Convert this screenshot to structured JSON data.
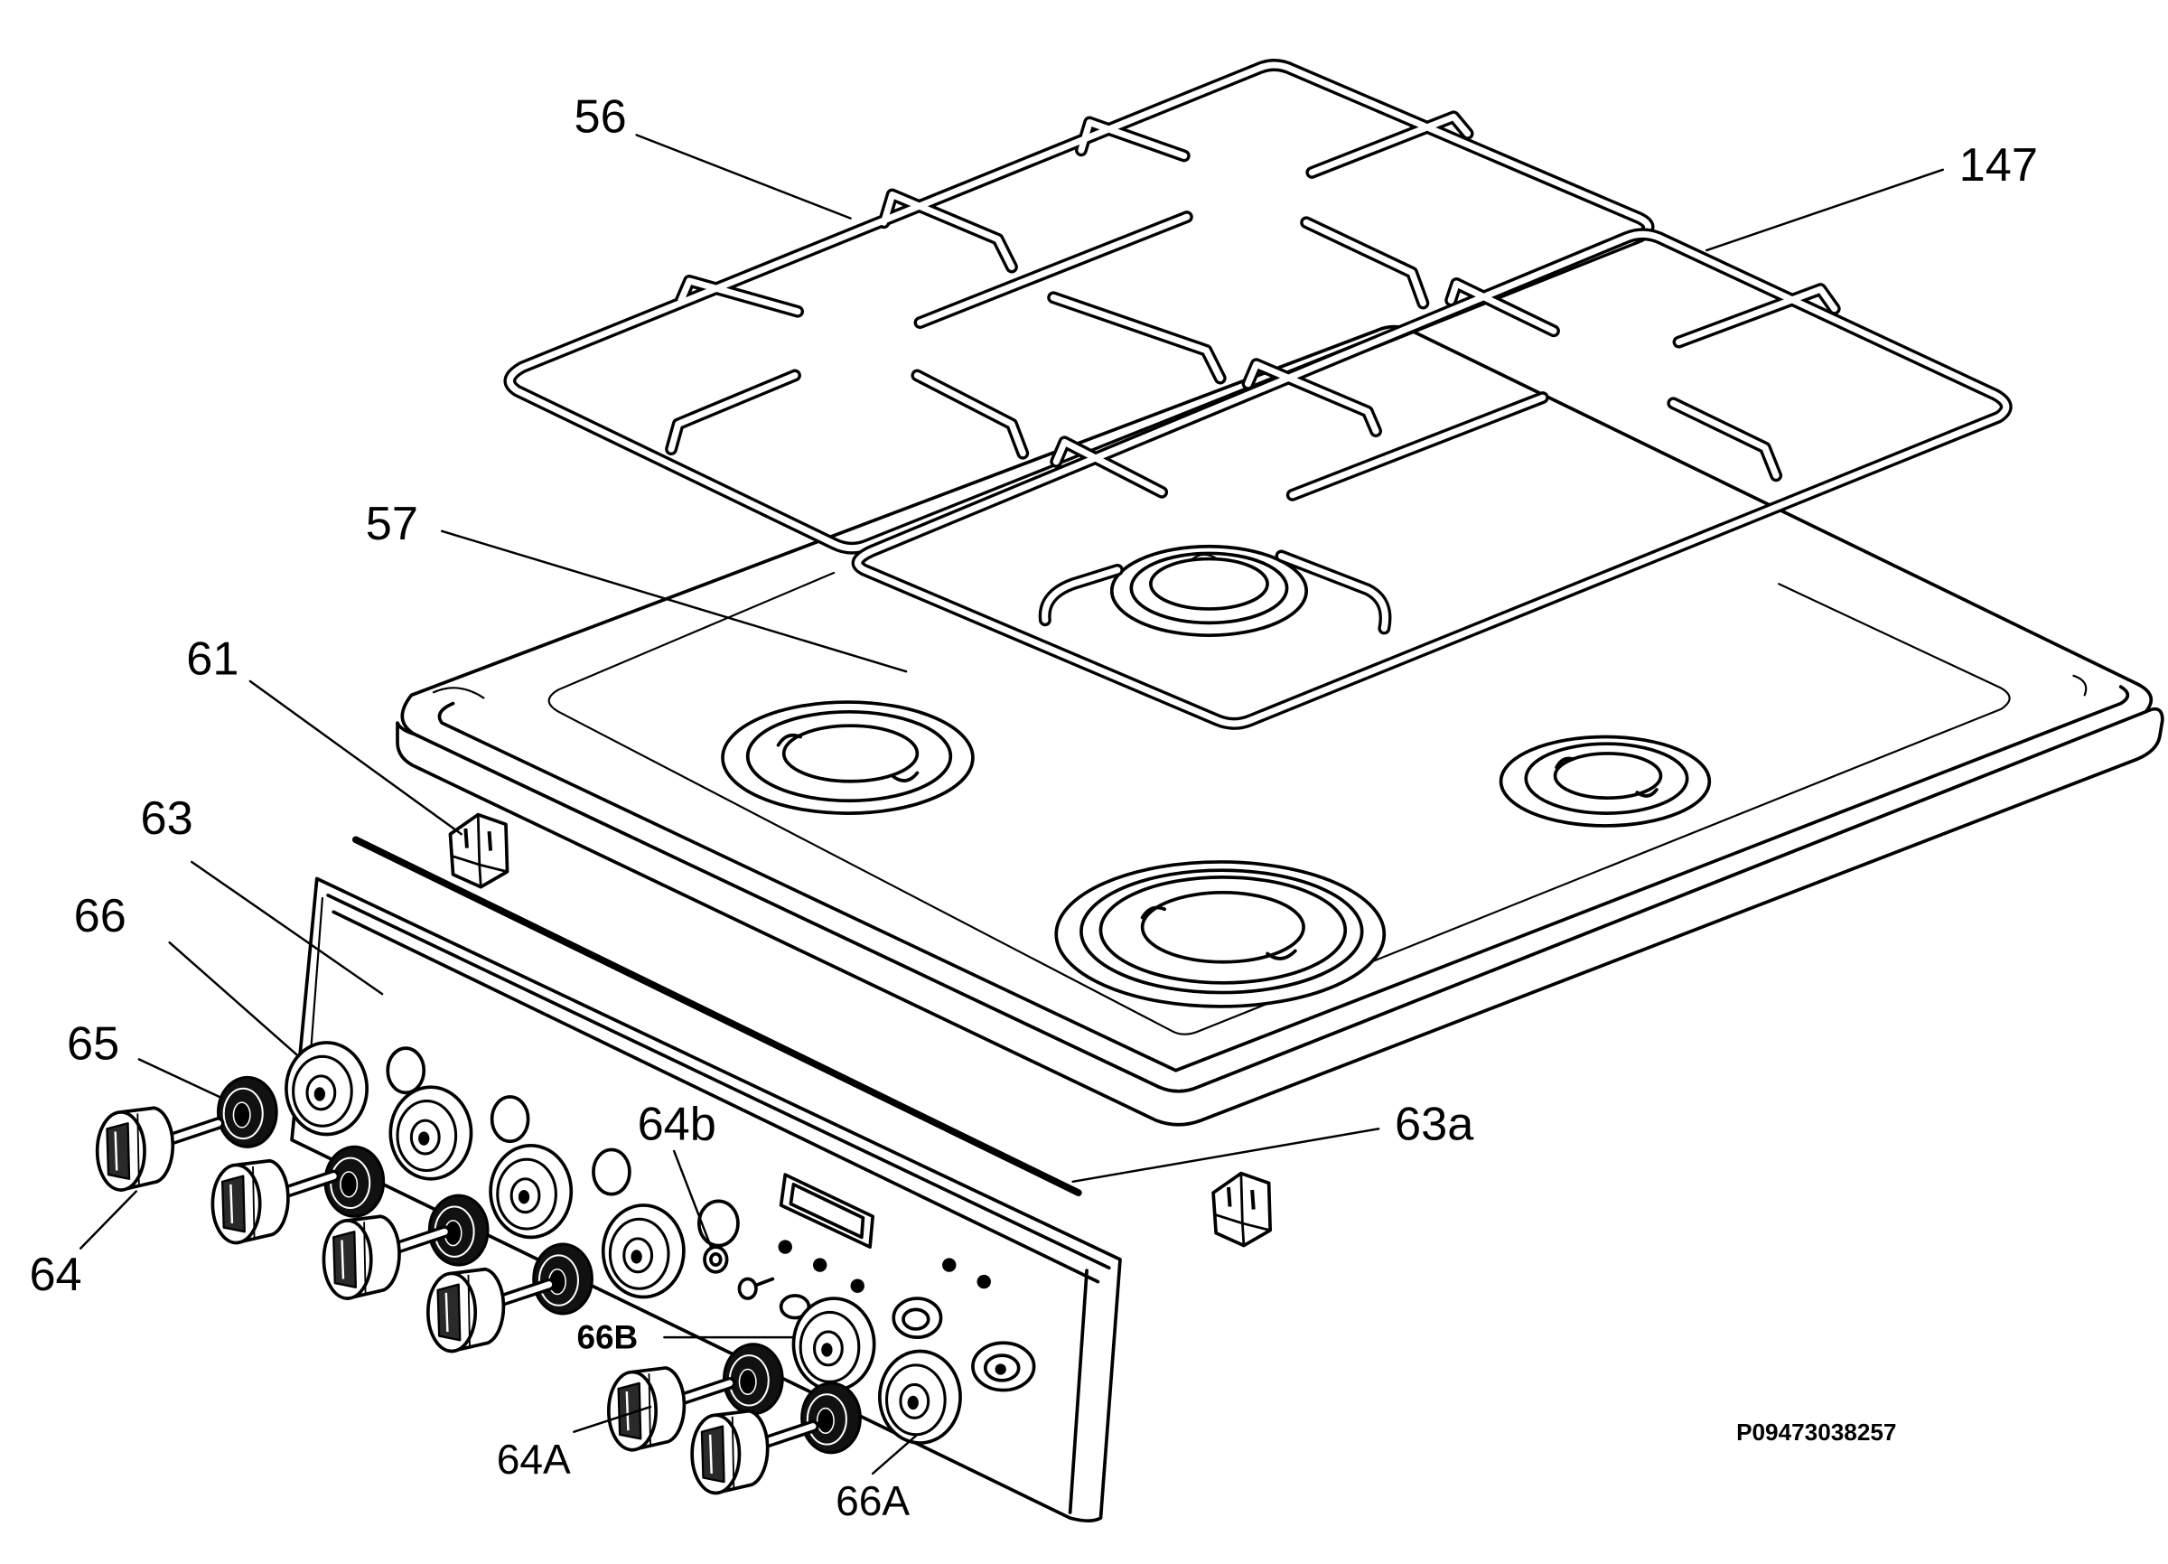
{
  "callouts": {
    "c56": "56",
    "c147": "147",
    "c57": "57",
    "c61": "61",
    "c63": "63",
    "c66": "66",
    "c65": "65",
    "c64b": "64b",
    "c63a": "63a",
    "c64": "64",
    "c66B": "66B",
    "c64A": "64A",
    "c66A": "66A"
  },
  "drawing_code": "P09473038257"
}
